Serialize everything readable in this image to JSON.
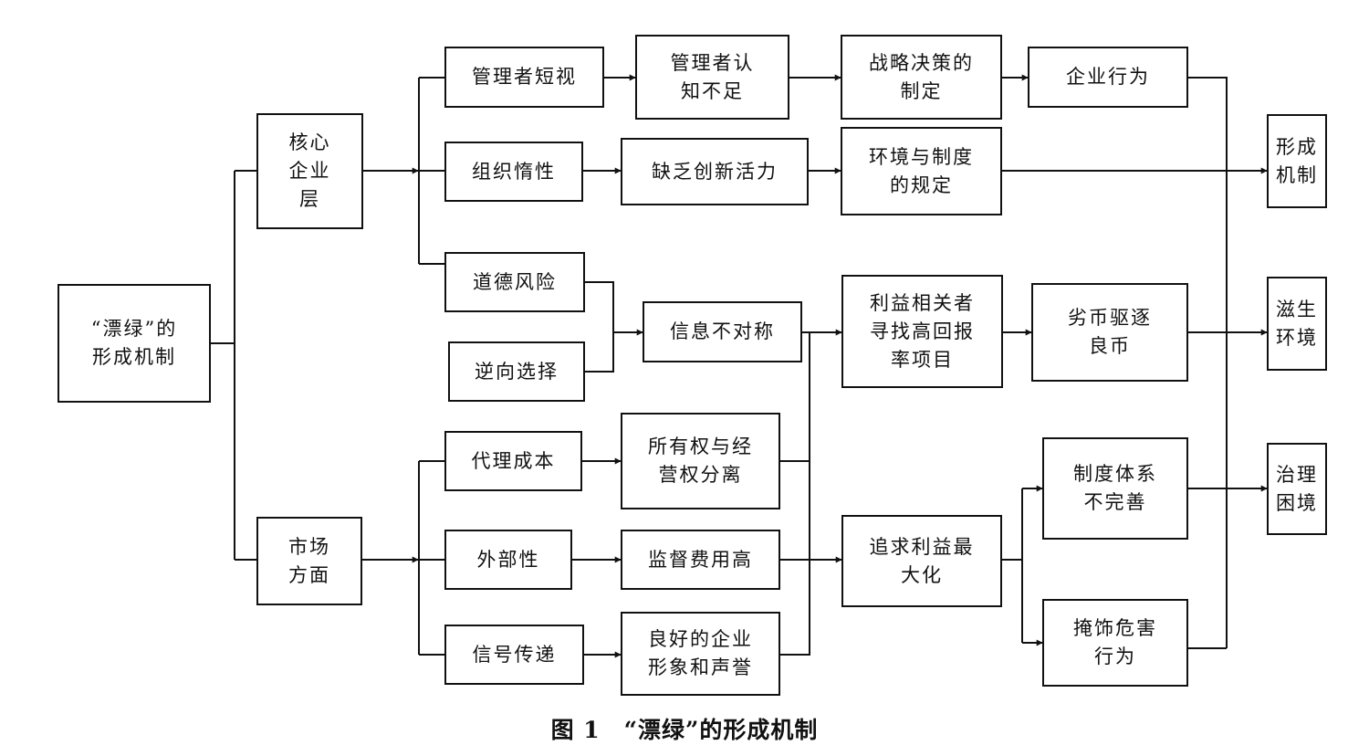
{
  "nodes": {
    "root": [
      "“漂绿”的",
      "形成机制"
    ],
    "core_enterprise": [
      "核心",
      "企业",
      "层"
    ],
    "market": [
      "市场",
      "方面"
    ],
    "manager_myopia": [
      "管理者短视"
    ],
    "manager_cognition": [
      "管理者认",
      "知不足"
    ],
    "strategy_making": [
      "战略决策的",
      "制定"
    ],
    "enterprise_behavior": [
      "企业行为"
    ],
    "org_inertia": [
      "组织惰性"
    ],
    "lack_innovation": [
      "缺乏创新活力"
    ],
    "env_institution": [
      "环境与制度",
      "的规定"
    ],
    "moral_hazard": [
      "道德风险"
    ],
    "adverse_selection": [
      "逆向选择"
    ],
    "info_asymmetry": [
      "信息不对称"
    ],
    "stakeholders": [
      "利益相关者",
      "寻找高回报",
      "率项目"
    ],
    "bad_money": [
      "劣币驱逐",
      "良币"
    ],
    "agency_cost": [
      "代理成本"
    ],
    "ownership_separation": [
      "所有权与经",
      "营权分离"
    ],
    "externality": [
      "外部性"
    ],
    "supervision_cost": [
      "监督费用高"
    ],
    "signaling": [
      "信号传递"
    ],
    "good_image": [
      "良好的企业",
      "形象和声誉"
    ],
    "profit_max": [
      "追求利益最",
      "大化"
    ],
    "imperfect_system": [
      "制度体系",
      "不完善"
    ],
    "conceal_harm": [
      "掩饰危害",
      "行为"
    ],
    "formation": [
      "形成",
      "机制"
    ],
    "breeding_env": [
      "滋生",
      "环境"
    ],
    "governance_dilemma": [
      "治理",
      "困境"
    ]
  },
  "caption": "图 1　“漂绿”的形成机制"
}
